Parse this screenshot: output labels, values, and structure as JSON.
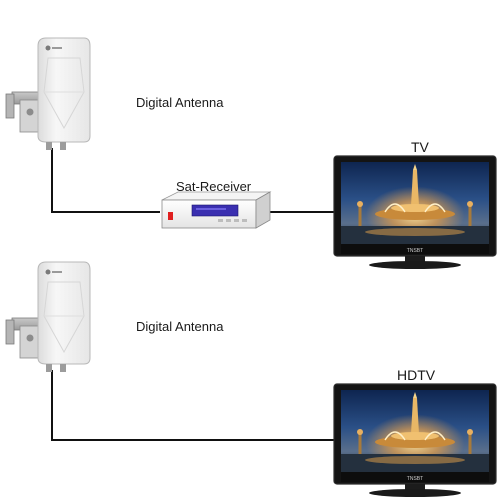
{
  "diagram": {
    "top_setup": {
      "antenna_label": "Digital Antenna",
      "receiver_label": "Sat-Receiver",
      "display_label": "TV"
    },
    "bottom_setup": {
      "antenna_label": "Digital Antenna",
      "display_label": "HDTV"
    },
    "tv_brand_text": "TNSBT",
    "colors": {
      "cable": "#111111",
      "antenna_body": "#f2f2f2",
      "tv_bezel": "#141414",
      "receiver_display": "#3a2fb0",
      "receiver_led": "#e02020"
    }
  }
}
